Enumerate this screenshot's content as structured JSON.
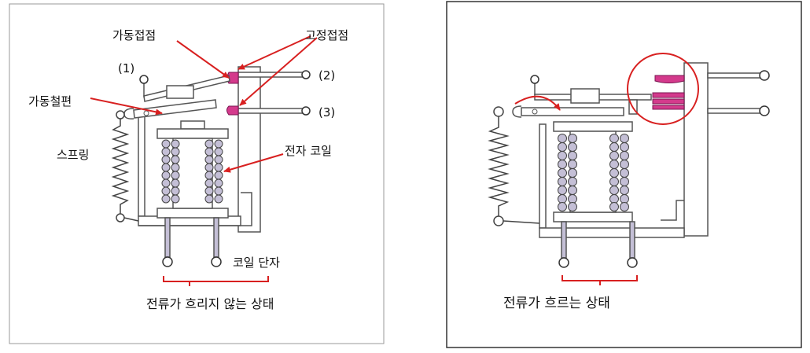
{
  "colors": {
    "metal": "#c4bfd6",
    "metal_stroke": "#555",
    "contact": "#d43a8c",
    "red": "#d82020",
    "frame": "#777"
  },
  "left_panel": {
    "label_movable_contact": "가동접점",
    "label_fixed_contact": "고정접점",
    "label_terminal_1": "(1)",
    "label_terminal_2": "(2)",
    "label_terminal_3": "(3)",
    "label_armature": "가동철편",
    "label_spring": "스프링",
    "label_coil": "전자 코일",
    "label_coil_terminal": "코일 단자",
    "caption": "전류가 흐리지 않는 상태"
  },
  "right_panel": {
    "caption": "전류가 흐르는 상태"
  }
}
